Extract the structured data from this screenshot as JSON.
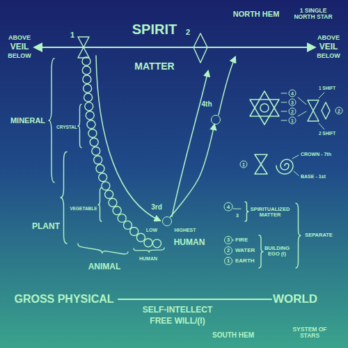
{
  "diagram": {
    "nodes": [
      {
        "text": [
          "3rd"
        ]
      },
      {
        "text": [
          "4th"
        ]
      }
    ],
    "edges": [
      {
        "from": 0,
        "to": 1,
        "arrow": "to"
      }
    ],
    "labels": [
      "NORTH HEM",
      "1 SINGLE NORTH STAR",
      "ABOVE",
      "VEIL",
      "BELOW",
      "ABOVE",
      "VEIL",
      "BELOW",
      "SPIRIT",
      "MATTER",
      "1",
      "2",
      "MINERAL",
      "CRYSTAL",
      "PLANT",
      "VEGETABLE",
      "ANIMAL",
      "HUMAN",
      "LOW",
      "HIGHEST",
      "HUMAN",
      "1 SHIFT",
      "2 SHIFT",
      "4",
      "3",
      "2",
      "1",
      "2",
      "1",
      "CROWN - 7th",
      "BASE - 1st",
      "4",
      "3",
      "SPIRITUALIZED MATTER",
      "3",
      "FIRE",
      "2",
      "WATER",
      "1",
      "EARTH",
      "BUILDING EGO (I)",
      "SEPARATE",
      "GROSS PHYSICAL",
      "WORLD",
      "SELF-INTELLECT",
      "FREE WILL/(I)",
      "SOUTH HEM",
      "SYSTEM OF STARS"
    ]
  }
}
